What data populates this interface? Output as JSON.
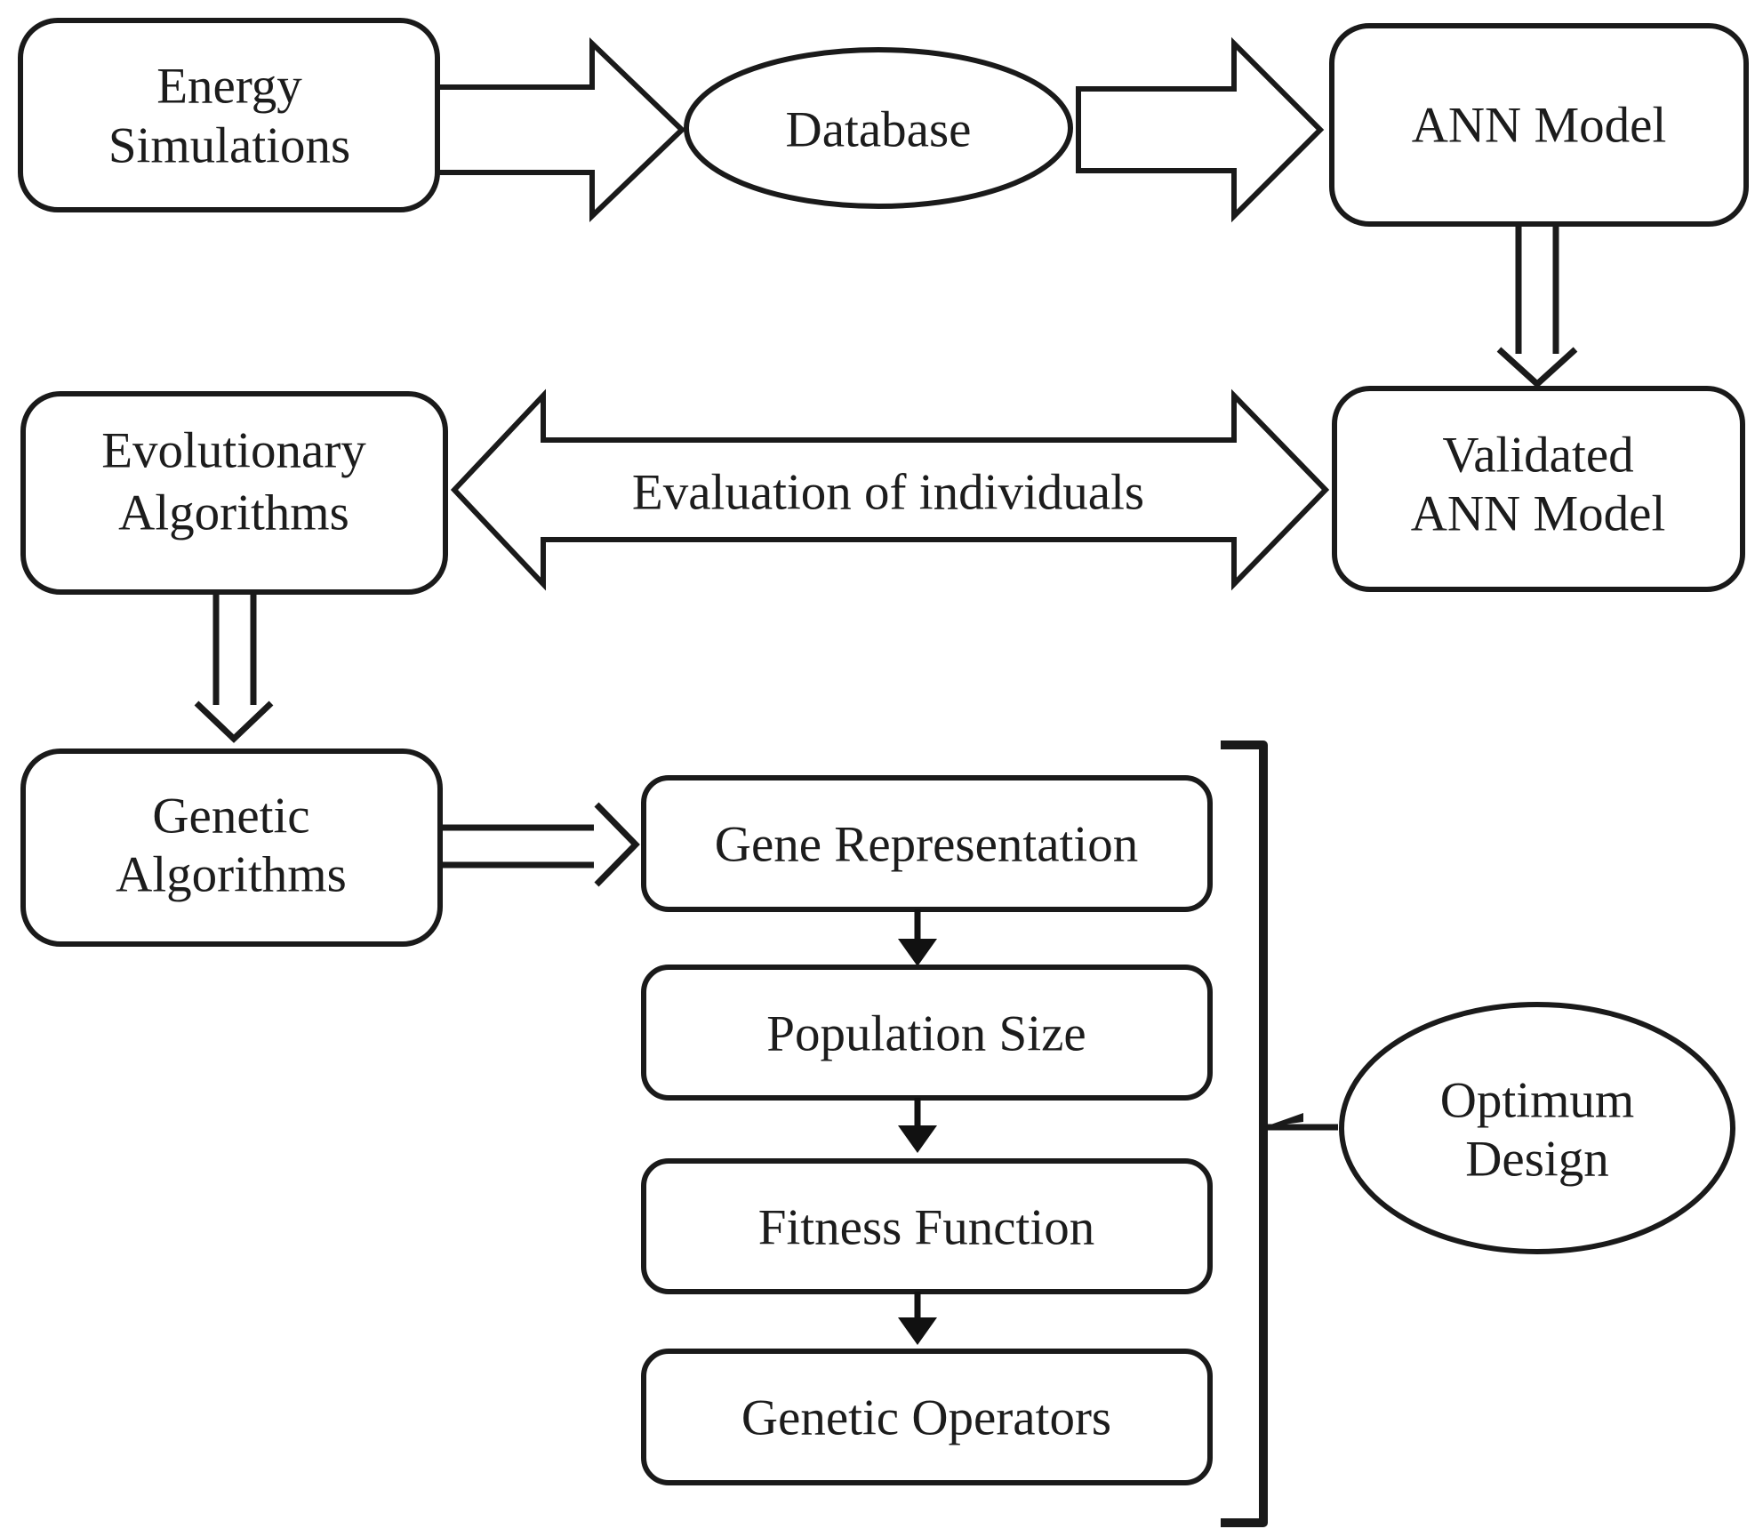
{
  "diagram": {
    "kind": "flowchart",
    "colors": {
      "stroke": "#1a1a1a",
      "background": "#ffffff",
      "text": "#1c1c1c"
    },
    "nodes": {
      "energy": {
        "shape": "rounded-rect",
        "line1": "Energy",
        "line2": "Simulations"
      },
      "database": {
        "shape": "ellipse",
        "label": "Database"
      },
      "ann_model": {
        "shape": "rounded-rect",
        "label": "ANN Model"
      },
      "validated_ann": {
        "shape": "rounded-rect",
        "line1": "Validated",
        "line2": "ANN Model"
      },
      "evolutionary": {
        "shape": "rounded-rect",
        "line1": "Evolutionary",
        "line2": "Algorithms"
      },
      "genetic_algorithms": {
        "shape": "rounded-rect",
        "line1": "Genetic",
        "line2": "Algorithms"
      },
      "gene_representation": {
        "shape": "rounded-rect",
        "label": "Gene Representation"
      },
      "population_size": {
        "shape": "rounded-rect",
        "label": "Population Size"
      },
      "fitness_function": {
        "shape": "rounded-rect",
        "label": "Fitness Function"
      },
      "genetic_operators": {
        "shape": "rounded-rect",
        "label": "Genetic Operators"
      },
      "optimum_design": {
        "shape": "ellipse",
        "line1": "Optimum",
        "line2": "Design"
      }
    },
    "edges": {
      "energy_to_database": {
        "type": "block-arrow-right"
      },
      "database_to_ann": {
        "type": "block-arrow-right"
      },
      "ann_to_validated": {
        "type": "double-line-arrow-down"
      },
      "evaluation": {
        "type": "double-headed-block-arrow",
        "label": "Evaluation of individuals"
      },
      "evolutionary_to_genetic": {
        "type": "double-line-arrow-down"
      },
      "genetic_to_generep": {
        "type": "double-line-arrow-right"
      },
      "generep_to_popsize": {
        "type": "thin-arrow-down"
      },
      "popsize_to_fitness": {
        "type": "thin-arrow-down"
      },
      "fitness_to_genops": {
        "type": "thin-arrow-down"
      },
      "bracket_to_optimum": {
        "type": "bracket-group-connector"
      }
    }
  }
}
